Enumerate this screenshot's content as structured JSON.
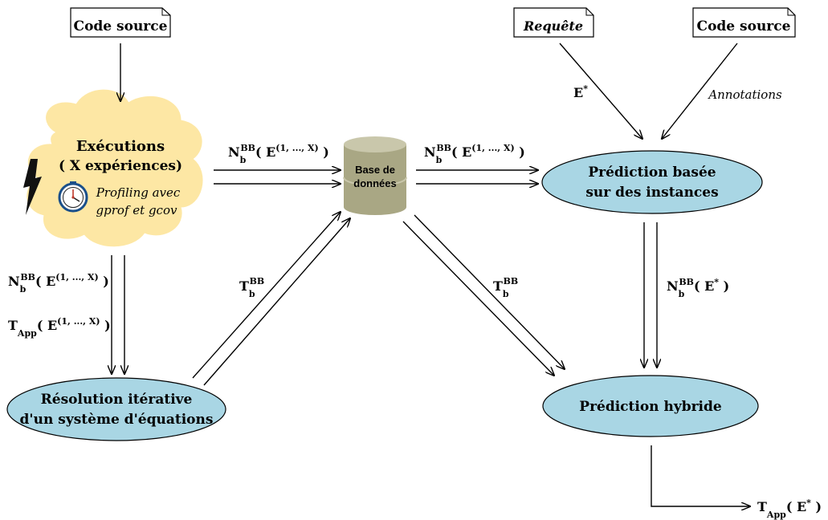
{
  "nodes": {
    "code_source_left": "Code source",
    "code_source_right": "Code source",
    "requete": "Requête",
    "executions_line1": "Exécutions",
    "executions_line2": "( X expériences)",
    "profiling_line1": "Profiling avec",
    "profiling_line2": "gprof et gcov",
    "database_line1": "Base de",
    "database_line2": "données",
    "prediction_instances_line1": "Prédiction basée",
    "prediction_instances_line2": "sur des instances",
    "prediction_hybride": "Prédiction hybride",
    "resolution_line1": "Résolution itérative",
    "resolution_line2": "d'un système d'équations"
  },
  "labels": {
    "annotations": "Annotations",
    "N": "N",
    "T": "T",
    "E": "E",
    "sub_b": "b",
    "sup_BB": "BB",
    "sub_app": "App",
    "sup_range": "(1, ..., X)",
    "star": "*",
    "open_paren": "( ",
    "close_paren": " )"
  },
  "colors": {
    "cloud_fill": "#fde7a4",
    "ellipse_fill": "#a9d6e4",
    "db_top": "#c9c7ab",
    "db_body": "#a9a784",
    "stroke": "#000000",
    "lightning": "#111111"
  }
}
